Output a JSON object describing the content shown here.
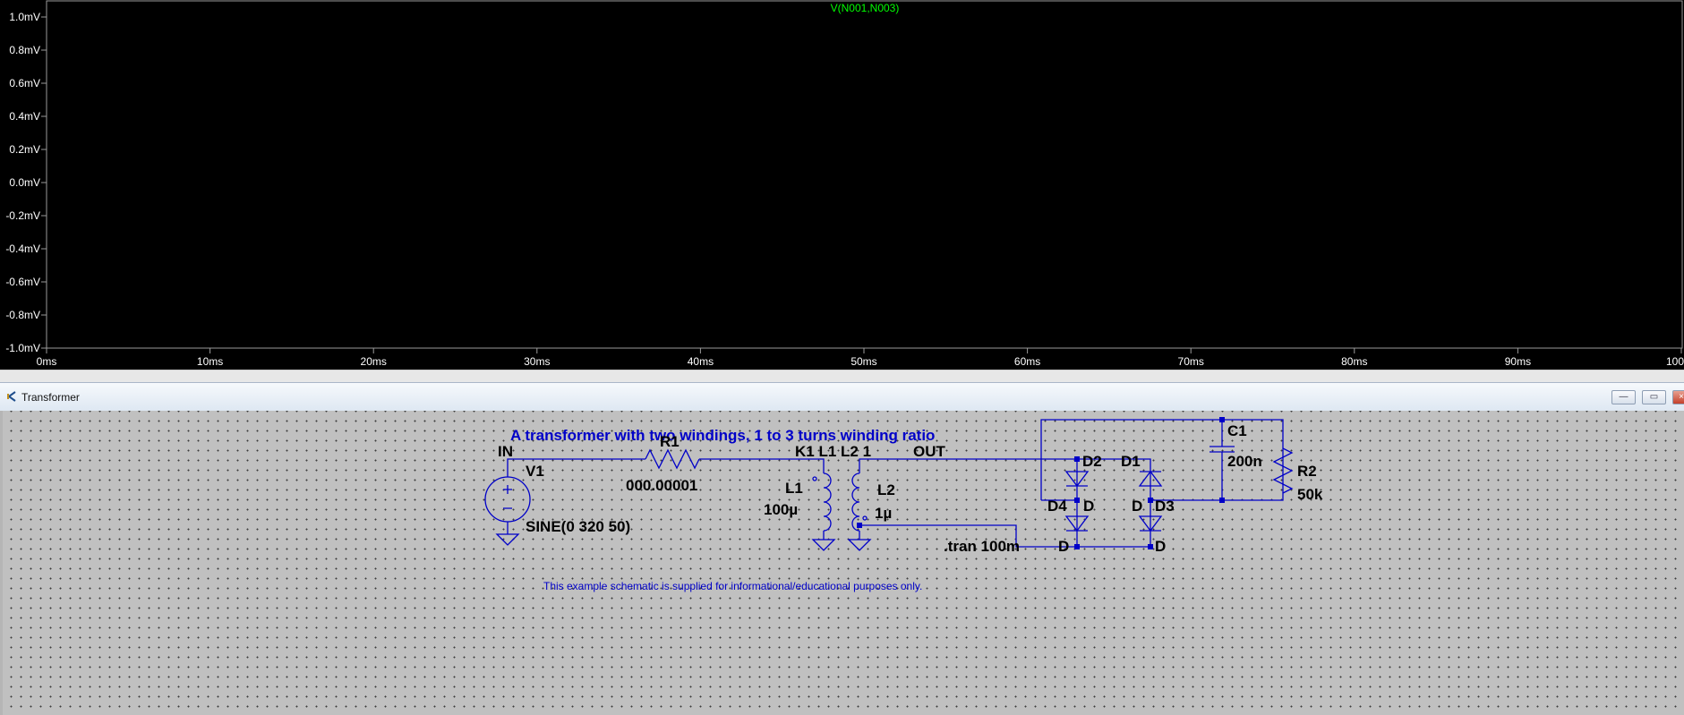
{
  "plot": {
    "trace_label": "V(N001,N003)",
    "trace_color": "#00ff00",
    "background": "#000000",
    "y_ticks": [
      "1.0mV",
      "0.8mV",
      "0.6mV",
      "0.4mV",
      "0.2mV",
      "0.0mV",
      "-0.2mV",
      "-0.4mV",
      "-0.6mV",
      "-0.8mV",
      "-1.0mV"
    ],
    "x_ticks": [
      "0ms",
      "10ms",
      "20ms",
      "30ms",
      "40ms",
      "50ms",
      "60ms",
      "70ms",
      "80ms",
      "90ms",
      "100"
    ]
  },
  "schematic_window": {
    "title": "Transformer",
    "buttons": [
      "minimize",
      "restore",
      "close"
    ]
  },
  "schematic": {
    "wire_color": "#0000c8",
    "comment": "A transformer with two windings, 1 to 3 turns winding ratio",
    "disclaimer": "This example schematic is supplied for informational/educational purposes only.",
    "net_in": "IN",
    "net_out": "OUT",
    "v1": {
      "name": "V1",
      "value": "SINE(0 320 50)"
    },
    "r1": {
      "name": "R1",
      "value": "000.00001"
    },
    "k1": "K1 L1 L2 1",
    "l1": {
      "name": "L1",
      "value": "100µ"
    },
    "l2": {
      "name": "L2",
      "value": "1µ"
    },
    "tran": ".tran 100m",
    "c1": {
      "name": "C1",
      "value": "200n"
    },
    "r2": {
      "name": "R2",
      "value": "50k"
    },
    "diodes": [
      {
        "name": "D2",
        "model": "D"
      },
      {
        "name": "D1",
        "model": "D"
      },
      {
        "name": "D4",
        "model": "D"
      },
      {
        "name": "D3",
        "model": "D"
      }
    ],
    "d4_model": "D",
    "d3_model": "D",
    "d_bottom_left": "D",
    "d_bottom_right": "D"
  }
}
